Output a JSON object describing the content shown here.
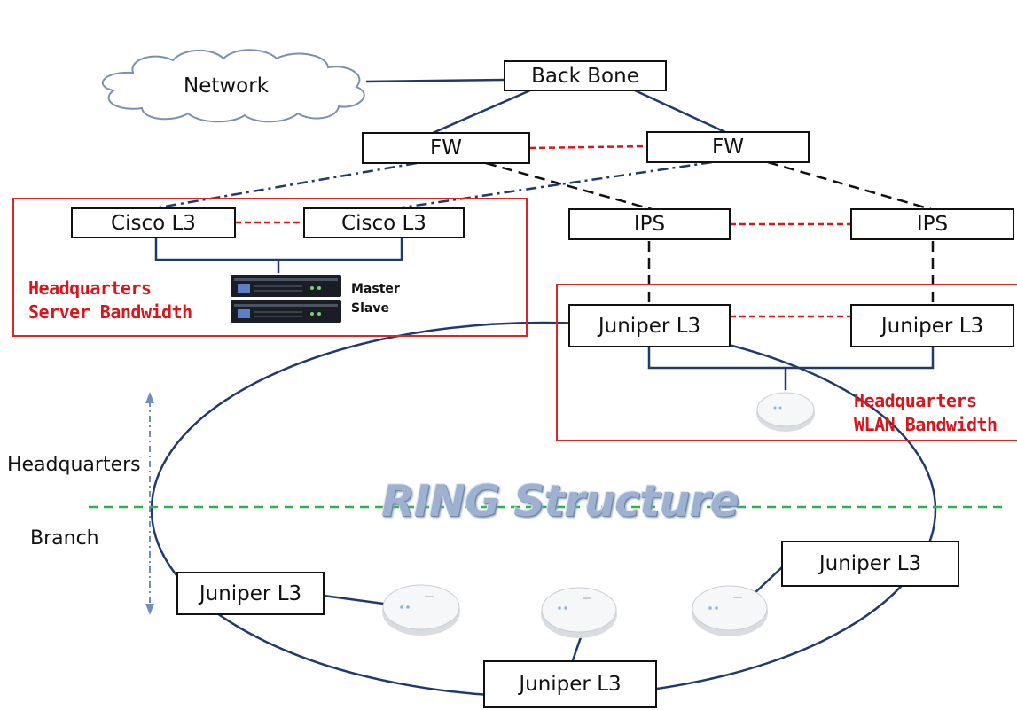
{
  "nodes": {
    "network": "Network",
    "backbone": "Back Bone",
    "fw_left": "FW",
    "fw_right": "FW",
    "cisco_left": "Cisco L3",
    "cisco_right": "Cisco L3",
    "ips_left": "IPS",
    "ips_right": "IPS",
    "juniper_hq_left": "Juniper L3",
    "juniper_hq_right": "Juniper L3",
    "juniper_branch_left": "Juniper L3",
    "juniper_branch_right": "Juniper L3",
    "juniper_branch_bottom": "Juniper L3"
  },
  "zones": {
    "hq_server": {
      "line1": "Headquarters",
      "line2": "Server Bandwidth"
    },
    "hq_wlan": {
      "line1": "Headquarters",
      "line2": "WLAN Bandwidth"
    }
  },
  "server": {
    "master": "Master",
    "slave": "Slave"
  },
  "ring_title": "RING Structure",
  "regions": {
    "top": "Headquarters",
    "bottom": "Branch"
  },
  "colors": {
    "link_solid": "#1f3a6e",
    "link_dashdot": "#1f3a6e",
    "link_dashed": "#111111",
    "redundancy": "#d4181e",
    "zone_border": "#d9262b",
    "divider": "#2fb24a",
    "vertical_arrow": "#6f8fbf",
    "ring_title": "#9eb2cf"
  }
}
